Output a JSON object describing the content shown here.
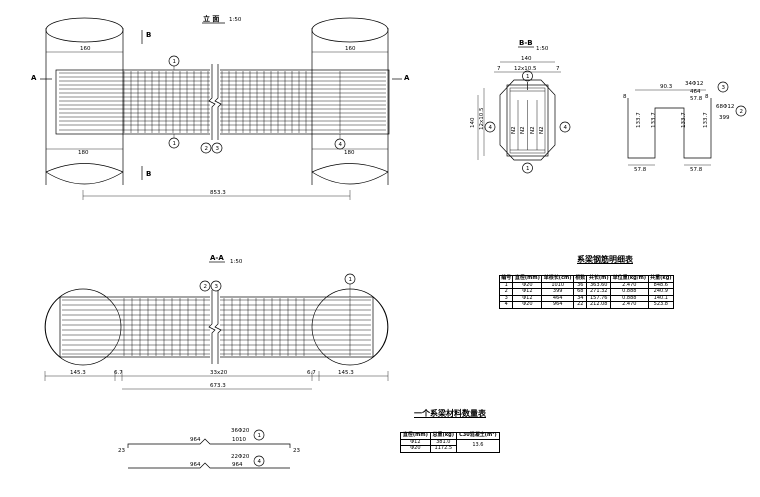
{
  "elevation": {
    "title": "立 面",
    "scale": "1:50",
    "section_a": "A",
    "section_b": "B",
    "dim_top": "160",
    "dim_bottom": "180",
    "dim_total": "853.3",
    "markers": [
      "1",
      "1",
      "2",
      "3",
      "4"
    ]
  },
  "section_bb": {
    "title": "B-B",
    "scale": "1:50",
    "dim_top_width": "140",
    "dim_top_spacing": "12x10.5",
    "dim_side": "7",
    "dim_left_height": "140",
    "dim_left_spacing": "12x10.5",
    "bar_labels": [
      "N2",
      "N2",
      "N2",
      "N2"
    ],
    "markers": [
      "1",
      "4",
      "4",
      "1"
    ]
  },
  "stirrup": {
    "dim_top": "90.3",
    "dim_width": "57.8",
    "dim_hook": "8",
    "dim_height": "133.7",
    "label_n3": "34Φ12",
    "length_n3": "464",
    "label_n2": "68Φ12",
    "length_n2": "399",
    "markers": [
      "3",
      "2"
    ]
  },
  "section_aa": {
    "title": "A-A",
    "scale": "1:50",
    "dim_left": "145.3",
    "dim_gap": "6.7",
    "dim_mid": "33x20",
    "dim_right": "145.3",
    "dim_total": "673.3",
    "markers": [
      "2",
      "3",
      "1"
    ]
  },
  "bar_details": {
    "row1_len": "964",
    "row1_count": "36Φ20",
    "row1_total": "1010",
    "row1_marker": "1",
    "row2_len_a": "964",
    "row2_len_b": "964",
    "row2_count": "22Φ20",
    "row2_marker": "4",
    "hook_left": "23",
    "hook_right": "23"
  },
  "rebar_table": {
    "title": "系梁钢筋明细表",
    "headers": [
      "编号",
      "直径(mm)",
      "单根长(cm)",
      "根数",
      "共长(m)",
      "单位重(kg/m)",
      "共重(kg)"
    ],
    "rows": [
      [
        "1",
        "Φ20",
        "1010",
        "36",
        "363.60",
        "2.470",
        "848.6"
      ],
      [
        "2",
        "Φ12",
        "399",
        "68",
        "271.32",
        "0.888",
        "240.9"
      ],
      [
        "3",
        "Φ12",
        "464",
        "34",
        "157.76",
        "0.888",
        "140.1"
      ],
      [
        "4",
        "Φ20",
        "964",
        "22",
        "212.08",
        "2.470",
        "523.8"
      ]
    ]
  },
  "material_table": {
    "title": "一个系梁材料数量表",
    "headers": [
      "直径(mm)",
      "总重(kg)",
      "C30混凝土(m³)"
    ],
    "rows": [
      [
        "Φ12",
        "381.0",
        "13.6"
      ],
      [
        "Φ20",
        "1172.5",
        ""
      ]
    ]
  }
}
